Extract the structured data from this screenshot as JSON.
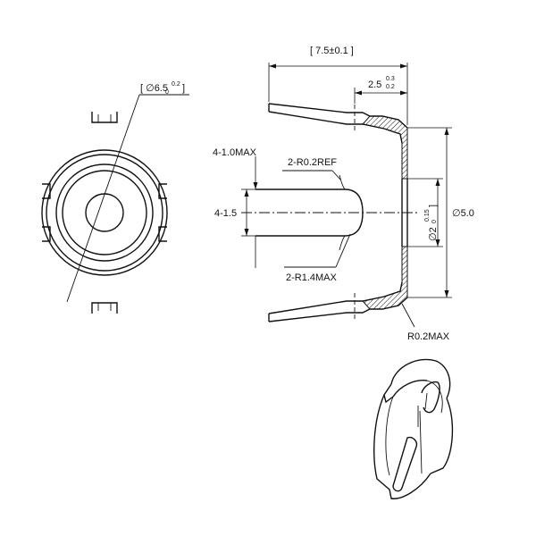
{
  "labels": {
    "diameter_outer": "[ ∅6.5",
    "diameter_outer_tol_upper": "0.2",
    "diameter_outer_tol_lower": "0",
    "diameter_outer_close": "]",
    "length": "[ 7.5±0.1 ]",
    "depth": "2.5",
    "depth_tol_upper": "0.3",
    "depth_tol_lower": "0.2",
    "slot_width_max": "4-1.0MAX",
    "ref_radius": "2-R0.2REF",
    "slot_spacing": "4-1.5",
    "tip_radius": "2-R1.4MAX",
    "hole_diameter": "∅2",
    "hole_diameter_tol_upper": "0.15",
    "hole_diameter_tol_lower": "0",
    "hole_diameter_close": "]",
    "outer_diameter": "∅5.0",
    "corner_radius": "R0.2MAX"
  },
  "colors": {
    "line": "#111111",
    "background": "#ffffff"
  }
}
